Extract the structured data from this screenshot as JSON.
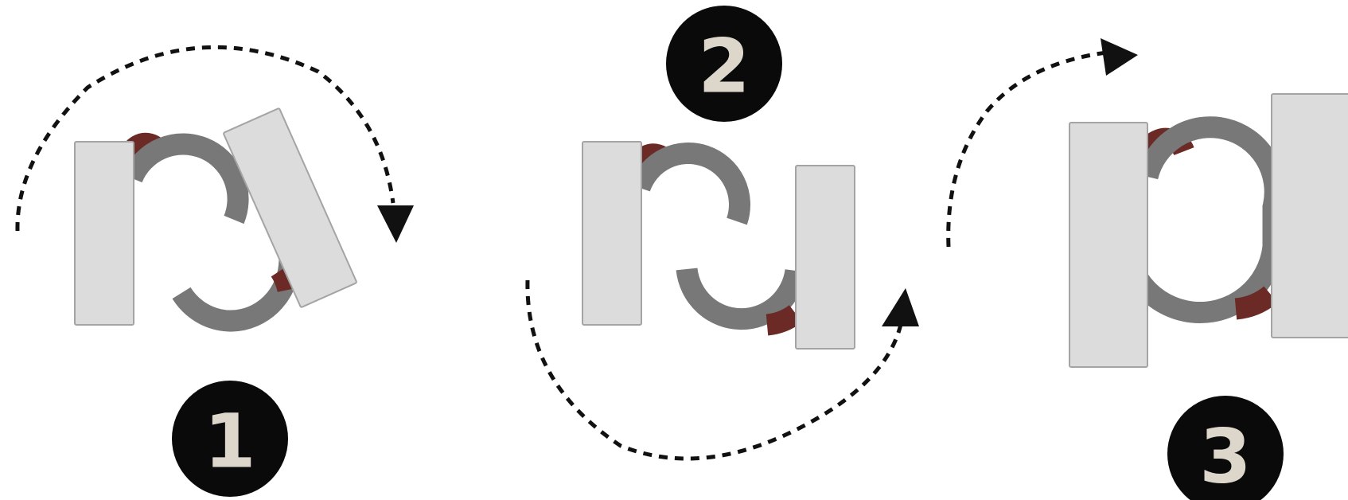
{
  "steps": [
    {
      "number": "1"
    },
    {
      "number": "2"
    },
    {
      "number": "3"
    }
  ],
  "colors": {
    "badge": "#0a0a0a",
    "badge_text": "#ddd6cb",
    "panel_fill": "#dcdcdc",
    "panel_stroke": "#a4a4a4",
    "arc": "#787878",
    "accent": "#6b2a26",
    "arrow": "#111111"
  }
}
